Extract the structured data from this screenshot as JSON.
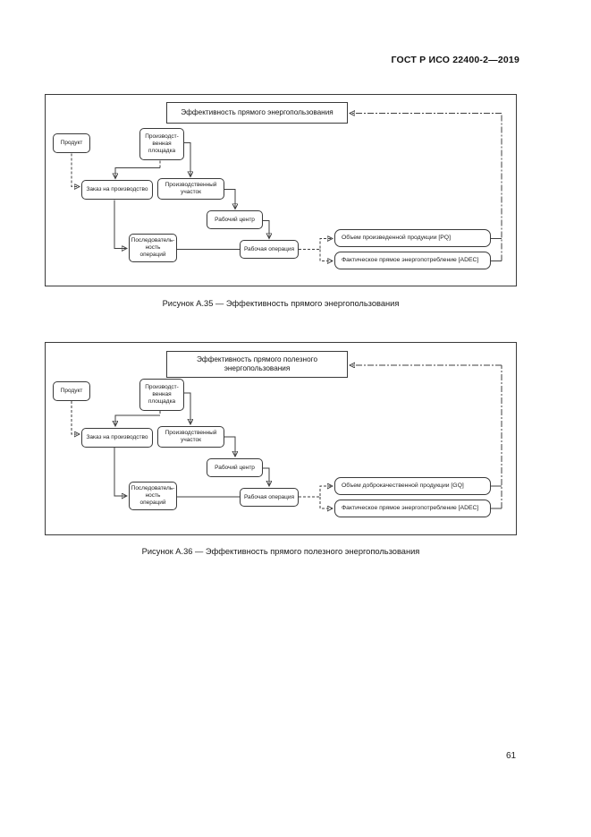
{
  "header": {
    "standard": "ГОСТ Р ИСО 22400-2—2019"
  },
  "footer": {
    "page_number": "61"
  },
  "colors": {
    "text": "#1c1c1c",
    "line": "#3f3f3f",
    "background": "#ffffff"
  },
  "diagrams": [
    {
      "title": "Эффективность прямого энергопользования",
      "caption": "Рисунок А.35 — Эффективность прямого энергопользования",
      "nodes": {
        "product": "Продукт",
        "production_site": "Производст-\nвенная\nплощадка",
        "production_order": "Заказ на производство",
        "work_unit": "Производственный\nучасток",
        "work_center": "Рабочий центр",
        "operation_sequence": "Последователь-\nность\nопераций",
        "work_operation": "Рабочая операция",
        "output_quantity": "Объем произведенной продукции [PQ]",
        "output_energy": "Фактическое прямое энергопотребление [ADEC]"
      }
    },
    {
      "title": "Эффективность прямого полезного\nэнергопользования",
      "caption": "Рисунок А.36 — Эффективность прямого полезного энергопользования",
      "nodes": {
        "product": "Продукт",
        "production_site": "Производст-\nвенная\nплощадка",
        "production_order": "Заказ на производство",
        "work_unit": "Производственный\nучасток",
        "work_center": "Рабочий центр",
        "operation_sequence": "Последователь-\nность\nопераций",
        "work_operation": "Рабочая операция",
        "output_quantity": "Объем доброкачественной продукции [GQ]",
        "output_energy": "Фактическое прямое энергопотребление [ADEC]"
      }
    }
  ]
}
